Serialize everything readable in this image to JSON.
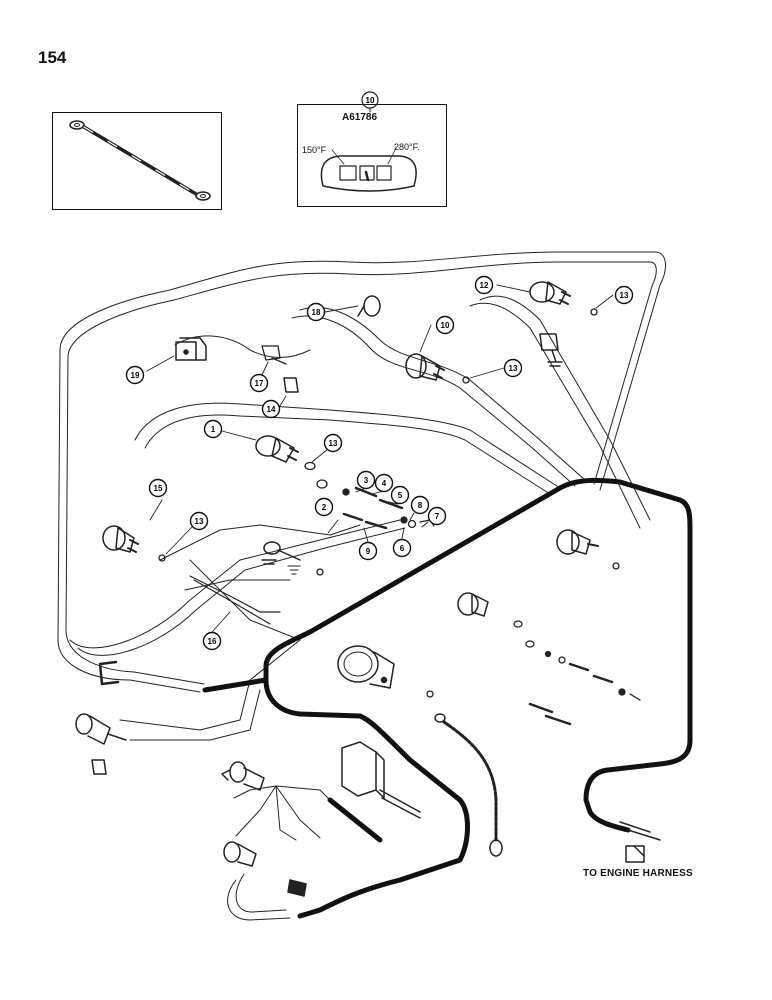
{
  "page_number": "154",
  "inset": {
    "callout": "10",
    "part_number": "A61786",
    "temp_low": "150°F",
    "temp_high": "280°F."
  },
  "engine_harness_label": "TO ENGINE HARNESS",
  "callouts": [
    {
      "id": "c1",
      "label": "1"
    },
    {
      "id": "c2",
      "label": "2"
    },
    {
      "id": "c3",
      "label": "3"
    },
    {
      "id": "c4",
      "label": "4"
    },
    {
      "id": "c5",
      "label": "5"
    },
    {
      "id": "c6",
      "label": "6"
    },
    {
      "id": "c7",
      "label": "7"
    },
    {
      "id": "c8",
      "label": "8"
    },
    {
      "id": "c9",
      "label": "9"
    },
    {
      "id": "c10",
      "label": "10"
    },
    {
      "id": "c12",
      "label": "12"
    },
    {
      "id": "c13a",
      "label": "13"
    },
    {
      "id": "c13b",
      "label": "13"
    },
    {
      "id": "c13c",
      "label": "13"
    },
    {
      "id": "c13d",
      "label": "13"
    },
    {
      "id": "c14",
      "label": "14"
    },
    {
      "id": "c15",
      "label": "15"
    },
    {
      "id": "c16",
      "label": "16"
    },
    {
      "id": "c17",
      "label": "17"
    },
    {
      "id": "c18",
      "label": "18"
    },
    {
      "id": "c19",
      "label": "19"
    }
  ]
}
